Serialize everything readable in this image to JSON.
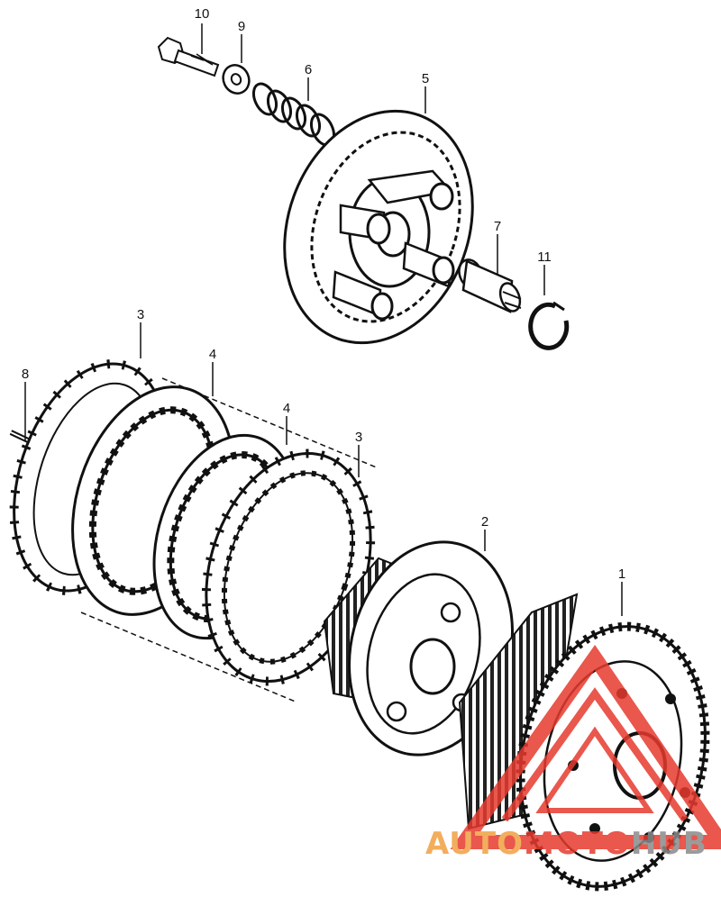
{
  "callouts": {
    "c1": "1",
    "c2": "2",
    "c3a": "3",
    "c3b": "3",
    "c4a": "4",
    "c4b": "4",
    "c5": "5",
    "c6": "6",
    "c7": "7",
    "c8": "8",
    "c9": "9",
    "c10": "10",
    "c11": "11"
  },
  "watermark": {
    "part1": "AUTO",
    "part2": "MOTO",
    "part3": "HUB",
    "color_orange": "#f0a040",
    "color_red": "#e63a2e",
    "color_gray": "#8a8a8a"
  }
}
